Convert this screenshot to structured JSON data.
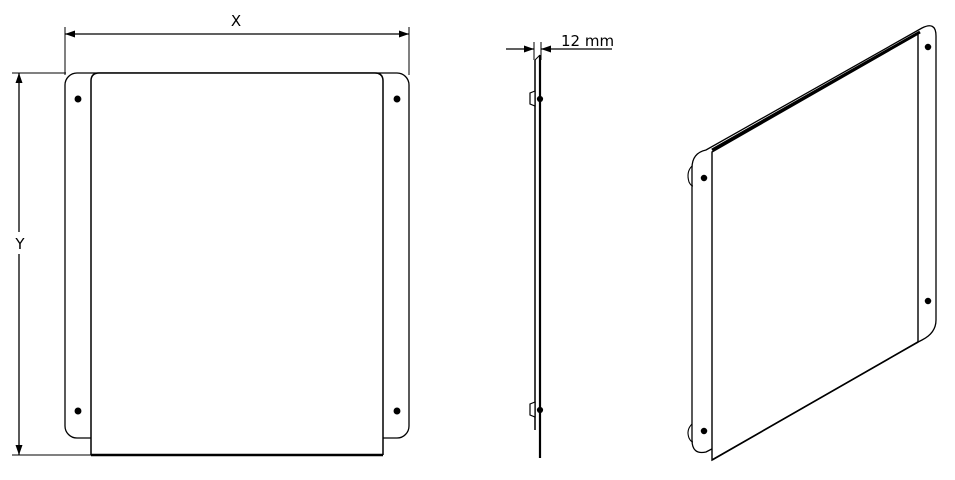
{
  "labels": {
    "width": "X",
    "height": "Y",
    "thickness": "12 mm"
  },
  "colors": {
    "line": "#000000",
    "background": "#ffffff"
  }
}
